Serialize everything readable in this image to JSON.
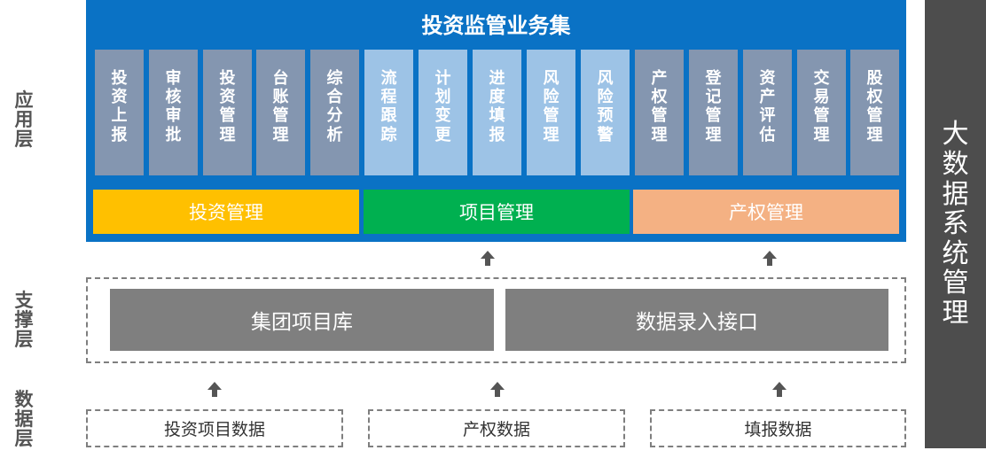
{
  "layers": {
    "application": "应用层",
    "support": "支撑层",
    "data": "数据层"
  },
  "sidebar_title": "大数据系统管理",
  "app_title": "投资监管业务集",
  "modules": [
    {
      "label": "投资上报",
      "style": "gray"
    },
    {
      "label": "审核审批",
      "style": "gray"
    },
    {
      "label": "投资管理",
      "style": "gray"
    },
    {
      "label": "台账管理",
      "style": "gray"
    },
    {
      "label": "综合分析",
      "style": "gray"
    },
    {
      "label": "流程跟踪",
      "style": "light"
    },
    {
      "label": "计划变更",
      "style": "light"
    },
    {
      "label": "进度填报",
      "style": "light"
    },
    {
      "label": "风险管理",
      "style": "light"
    },
    {
      "label": "风险预警",
      "style": "light"
    },
    {
      "label": "产权管理",
      "style": "gray"
    },
    {
      "label": "登记管理",
      "style": "gray"
    },
    {
      "label": "资产评估",
      "style": "gray"
    },
    {
      "label": "交易管理",
      "style": "gray"
    },
    {
      "label": "股权管理",
      "style": "gray"
    }
  ],
  "categories": [
    {
      "label": "投资管理",
      "color": "#ffc000"
    },
    {
      "label": "项目管理",
      "color": "#00b050"
    },
    {
      "label": "产权管理",
      "color": "#f4b183"
    }
  ],
  "support_boxes": [
    "集团项目库",
    "数据录入接口"
  ],
  "data_sources": [
    "投资项目数据",
    "产权数据",
    "填报数据"
  ],
  "colors": {
    "app_panel": "#0a72c5",
    "module_gray": "#8496b0",
    "module_light": "#9dc3e6",
    "support_box": "#7f7f7f",
    "sidebar": "#4d4d4d"
  }
}
